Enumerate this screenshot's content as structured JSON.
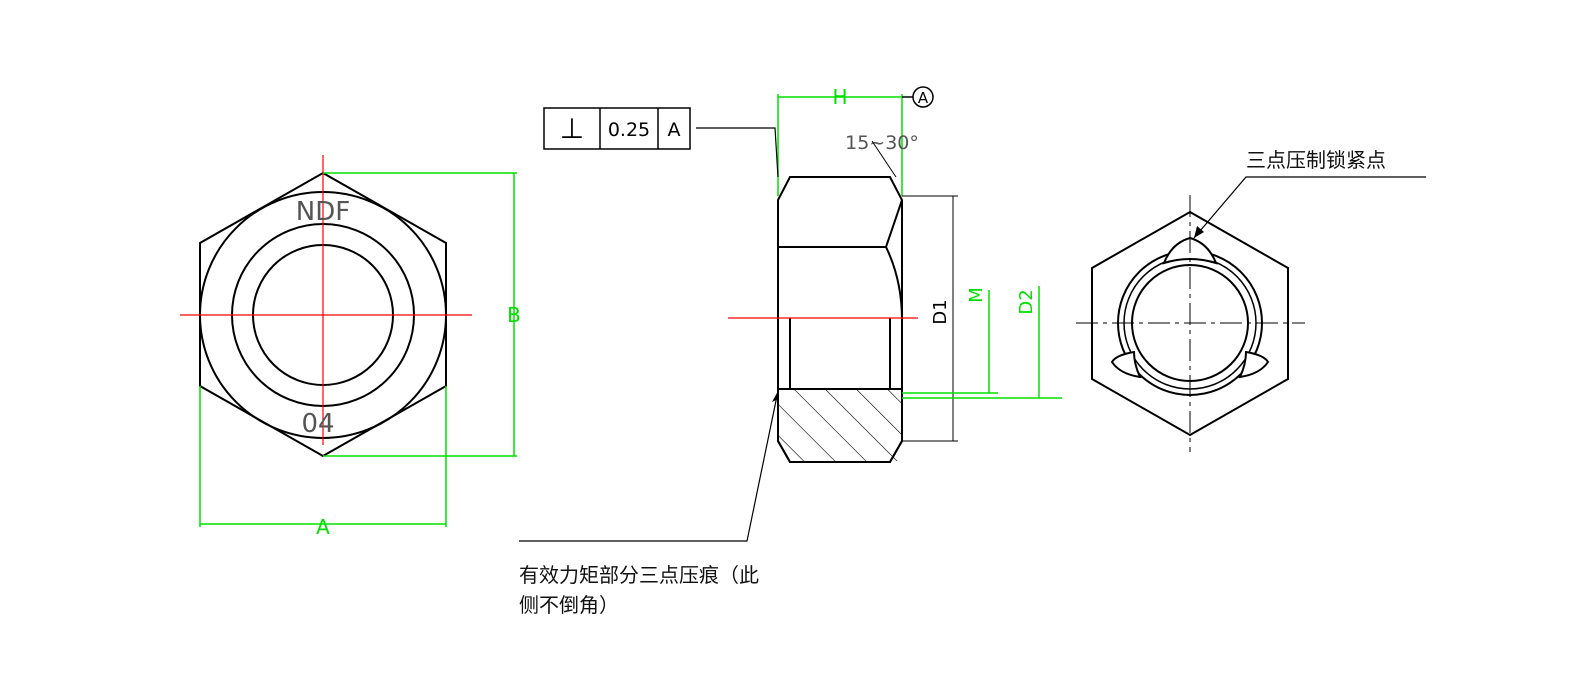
{
  "colors": {
    "outline": "#000000",
    "dimension": "#00e000",
    "centerline": "#ff0000",
    "background": "#ffffff"
  },
  "front_view": {
    "marking_top": "NDF",
    "marking_bottom": "04",
    "dim_width": "A",
    "dim_height": "B"
  },
  "side_view": {
    "dim_h": "H",
    "datum": "A",
    "angle": "15~30°",
    "dim_d1": "D1",
    "dim_m": "M",
    "dim_d2": "D2",
    "tolerance_symbol": "⊥",
    "tolerance_value": "0.25",
    "tolerance_datum": "A"
  },
  "notes": {
    "three_point_lock": "三点压制锁紧点",
    "effective_torque_line1": "有效力矩部分三点压痕（此",
    "effective_torque_line2": "侧不倒角）"
  }
}
